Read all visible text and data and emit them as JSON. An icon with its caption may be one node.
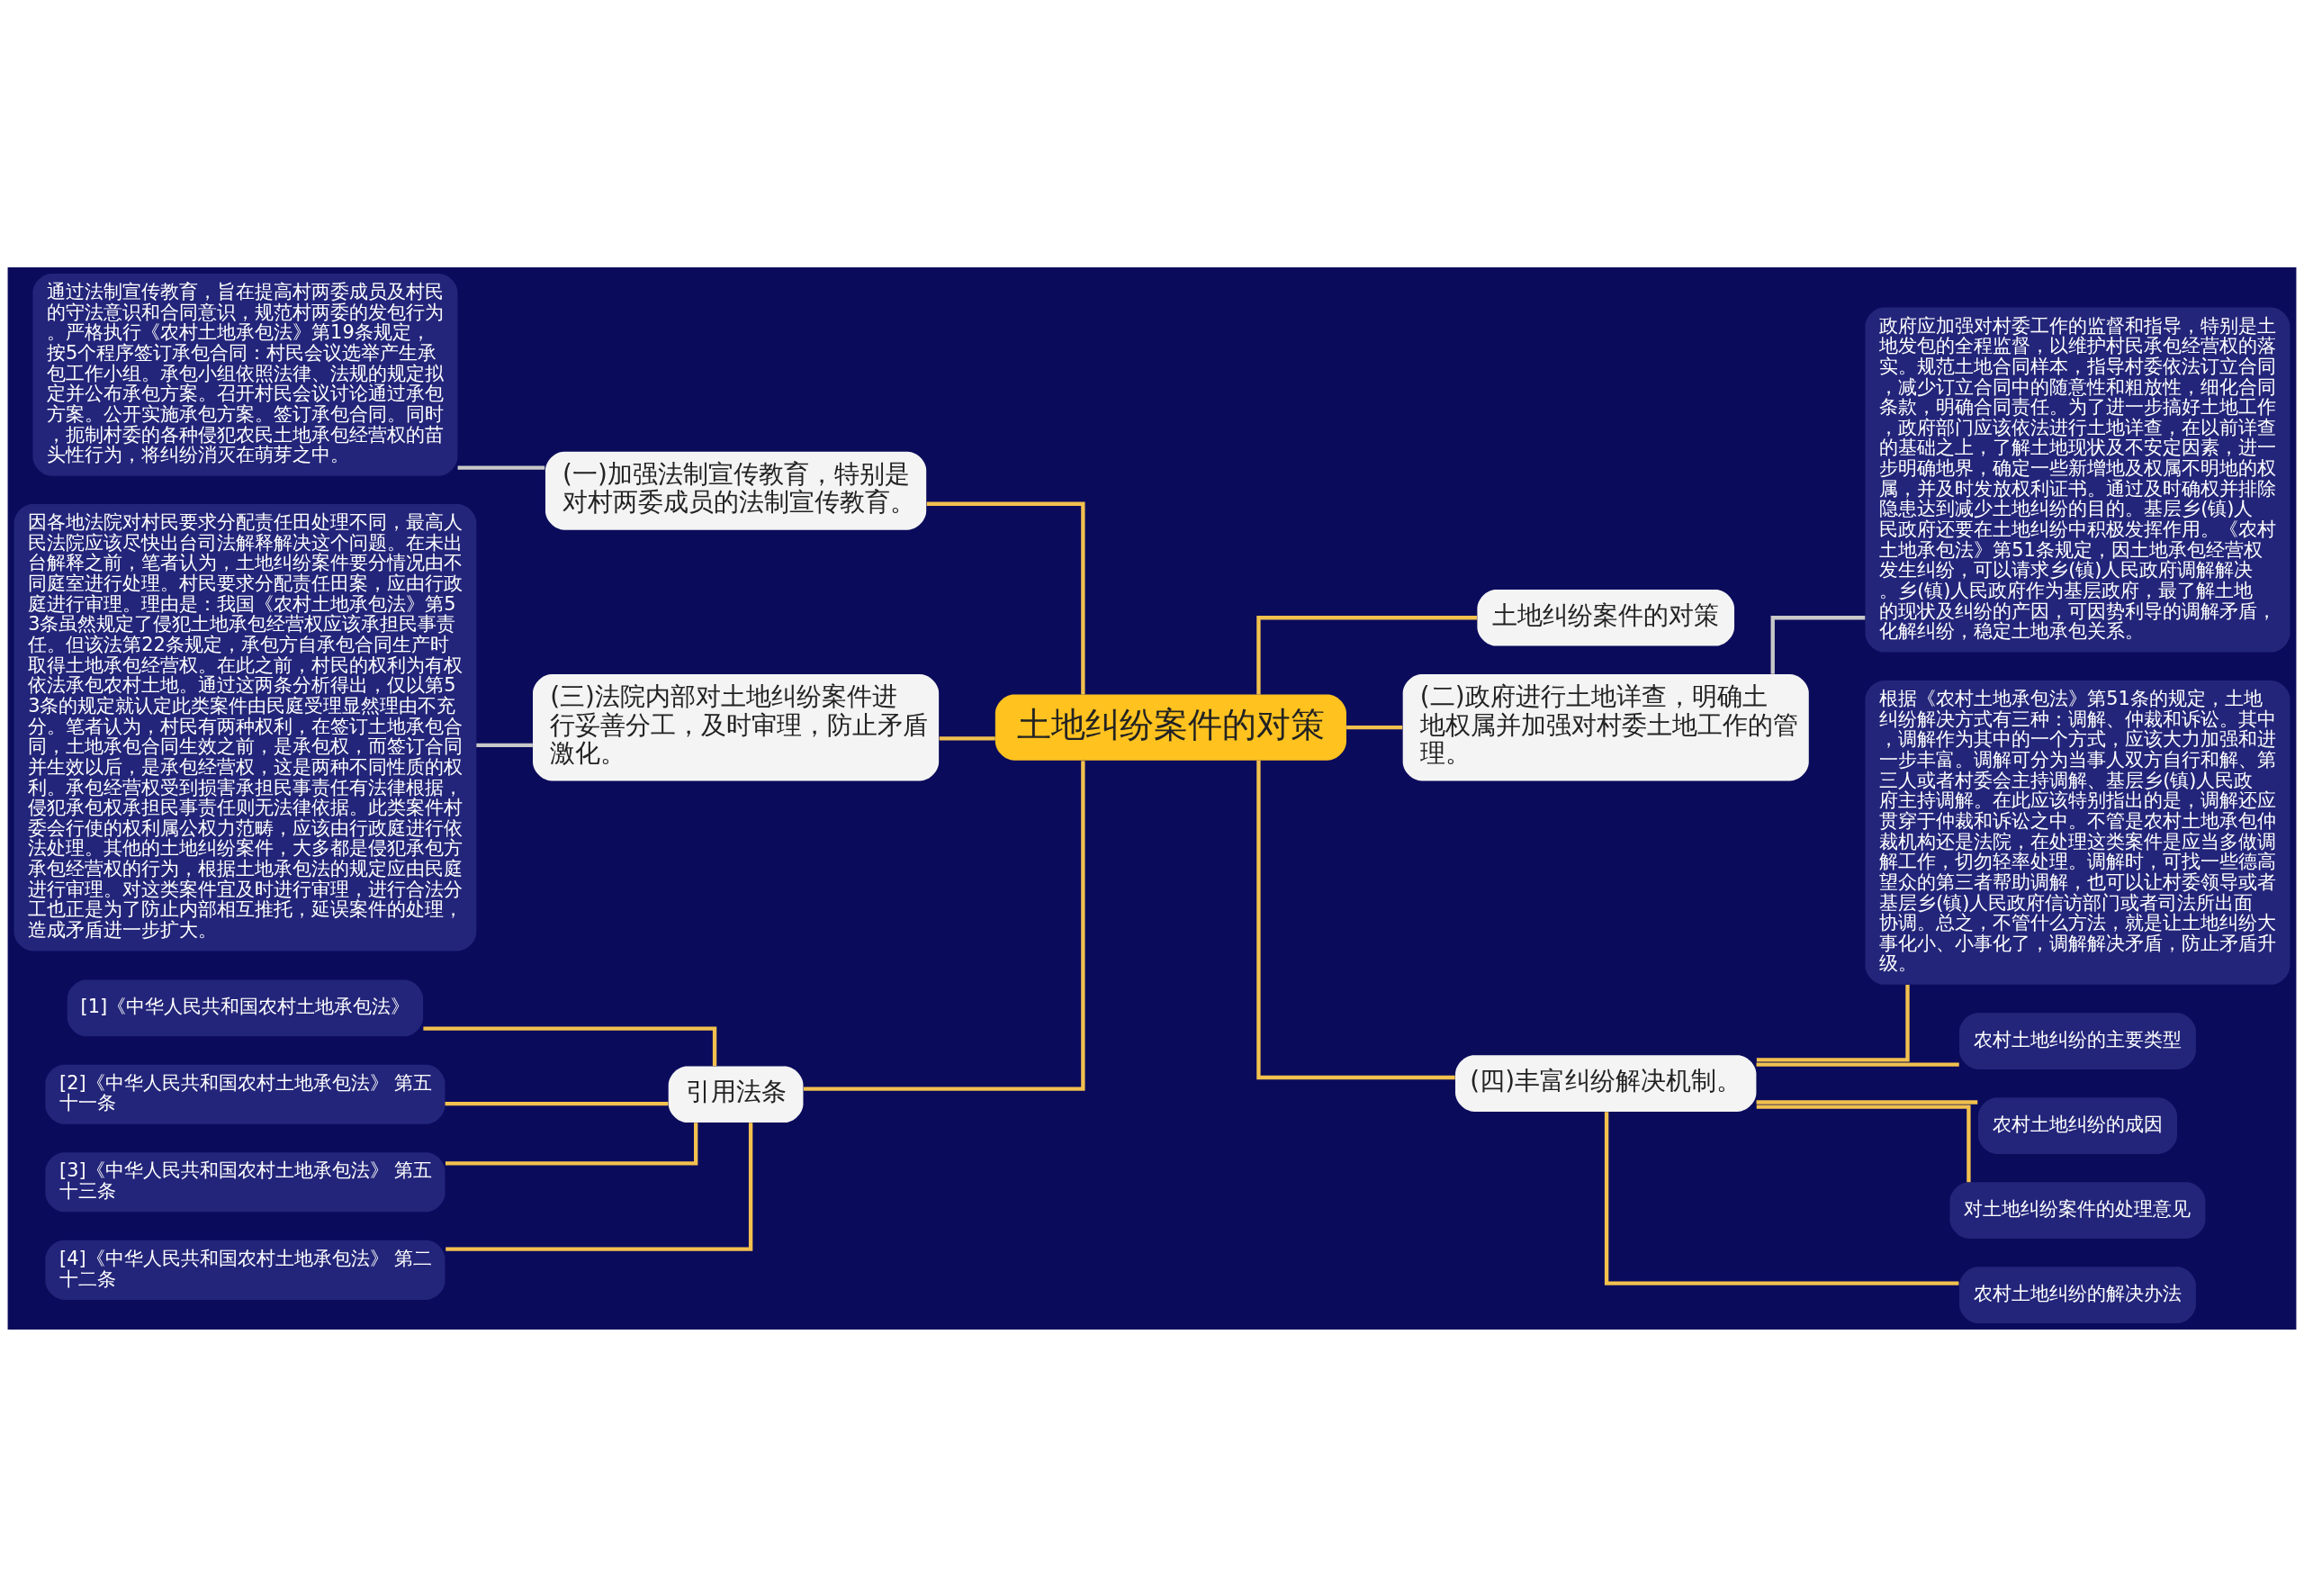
{
  "diagram": {
    "nodes": [
      {
        "text": [
          "土地纠纷案件的对策"
        ]
      },
      {
        "text": [
          "(一)加强法制宣传教育，特别是对村两委成员的法制宣传教育。"
        ]
      },
      {
        "text": [
          "通过法制宣传教育，旨在提高村两委成员及村民的守法意识和合同意识，规范村两委的发包行为。严格执行《农村土地承包法》第19条规定，按5个程序签订承包合同：村民会议选举产生承包工作小组。承包小组依照法律、法规的规定拟定并公布承包方案。召开村民会议讨论通过承包方案。公开实施承包方案。签订承包合同。同时，扼制村委的各种侵犯农民土地承包经营权的苗头性行为，将纠纷消灭在萌芽之中。"
        ]
      },
      {
        "text": [
          "(三)法院内部对土地纠纷案件进行妥善分工，及时审理，防止矛盾激化。"
        ]
      },
      {
        "text": [
          "因各地法院对村民要求分配责任田处理不同，最高人民法院应该尽快出台司法解释解决这个问题。在未出台解释之前，笔者认为，土地纠纷案件要分情况由不同庭室进行处理。村民要求分配责任田案，应由行政庭进行审理。理由是：我国《农村土地承包法》第53条虽然规定了侵犯土地承包经营权应该承担民事责任。但该法第22条规定，承包方自承包合同生产时取得土地承包经营权。在此之前，村民的权利为有权依法承包农村土地。通过这两条分析得出，仅以第53条的规定就认定此类案件由民庭受理显然理由不充分。笔者认为，村民有两种权利，在签订土地承包合同，土地承包合同生效之前，是承包权，而签订合同并生效以后，是承包经营权，这是两种不同性质的权利。承包经营权受到损害承担民事责任有法律根据，侵犯承包权承担民事责任则无法律依据。此类案件村委会行使的权利属公权力范畴，应该由行政庭进行依法处理。其他的土地纠纷案件，大多都是侵犯承包方承包经营权的行为，根据土地承包法的规定应由民庭进行审理。对这类案件宜及时进行审理，进行合法分工也正是为了防止内部相互推托，延误案件的处理，造成矛盾进一步扩大。"
        ]
      },
      {
        "text": [
          "引用法条"
        ]
      },
      {
        "text": [
          "[1]《中华人民共和国农村土地承包法》"
        ]
      },
      {
        "text": [
          "[2]《中华人民共和国农村土地承包法》 第五十一条"
        ]
      },
      {
        "text": [
          "[3]《中华人民共和国农村土地承包法》 第五十三条"
        ]
      },
      {
        "text": [
          "[4]《中华人民共和国农村土地承包法》 第二十二条"
        ]
      },
      {
        "text": [
          "土地纠纷案件的对策"
        ]
      },
      {
        "text": [
          "(二)政府进行土地详查，明确土地权属并加强对村委土地工作的管理。"
        ]
      },
      {
        "text": [
          "政府应加强对村委工作的监督和指导，特别是土地发包的全程监督，以维护村民承包经营权的落实。规范土地合同样本，指导村委依法订立合同，减少订立合同中的随意性和粗放性，细化合同条款，明确合同责任。为了进一步搞好土地工作，政府部门应该依法进行土地详查，在以前详查的基础之上，了解土地现状及不安定因素，进一步明确地界，确定一些新增地及权属不明地的权属，并及时发放权利证书。通过及时确权并排除隐患达到减少土地纠纷的目的。基层乡(镇)人民政府还要在土地纠纷中积极发挥作用。《农村土地承包法》第51条规定，因土地承包经营权发生纠纷，可以请求乡(镇)人民政府调解解决。乡(镇)人民政府作为基层政府，最了解土地的现状及纠纷的产因，可因势利导的调解矛盾，化解纠纷，稳定土地承包关系。"
        ]
      },
      {
        "text": [
          "(四)丰富纠纷解决机制。"
        ]
      },
      {
        "text": [
          "根据《农村土地承包法》第51条的规定，土地纠纷解决方式有三种：调解、仲裁和诉讼。其中，调解作为其中的一个方式，应该大力加强和进一步丰富。调解可分为当事人双方自行和解、第三人或者村委会主持调解、基层乡(镇)人民政府主持调解。在此应该特别指出的是，调解还应贯穿于仲裁和诉讼之中。不管是农村土地承包仲裁机构还是法院，在处理这类案件是应当多做调解工作，切勿轻率处理。调解时，可找一些德高望众的第三者帮助调解，也可以让村委领导或者基层乡(镇)人民政府信访部门或者司法所出面协调。总之，不管什么方法，就是让土地纠纷大事化小、小事化了，调解解决矛盾，防止矛盾升级。"
        ]
      },
      {
        "text": [
          "农村土地纠纷的主要类型"
        ]
      },
      {
        "text": [
          "农村土地纠纷的成因"
        ]
      },
      {
        "text": [
          "对土地纠纷案件的处理意见"
        ]
      },
      {
        "text": [
          "农村土地纠纷的解决办法"
        ]
      }
    ],
    "edges": [
      {
        "from": 0,
        "to": 1,
        "arrow": "none"
      },
      {
        "from": 1,
        "to": 2,
        "arrow": "none",
        "color": "#c8c8c8"
      },
      {
        "from": 0,
        "to": 3,
        "arrow": "none"
      },
      {
        "from": 3,
        "to": 4,
        "arrow": "none",
        "color": "#c8c8c8"
      },
      {
        "from": 0,
        "to": 5,
        "arrow": "none"
      },
      {
        "from": 5,
        "to": 6,
        "arrow": "none"
      },
      {
        "from": 5,
        "to": 7,
        "arrow": "none"
      },
      {
        "from": 5,
        "to": 8,
        "arrow": "none"
      },
      {
        "from": 5,
        "to": 9,
        "arrow": "none"
      },
      {
        "from": 0,
        "to": 10,
        "arrow": "none"
      },
      {
        "from": 0,
        "to": 11,
        "arrow": "none"
      },
      {
        "from": 11,
        "to": 12,
        "arrow": "none",
        "color": "#c8c8c8"
      },
      {
        "from": 0,
        "to": 13,
        "arrow": "none"
      },
      {
        "from": 13,
        "to": 14,
        "arrow": "none"
      },
      {
        "from": 13,
        "to": 15,
        "arrow": "none"
      },
      {
        "from": 13,
        "to": 16,
        "arrow": "none"
      },
      {
        "from": 13,
        "to": 17,
        "arrow": "none"
      },
      {
        "from": 13,
        "to": 18,
        "arrow": "none"
      }
    ]
  }
}
